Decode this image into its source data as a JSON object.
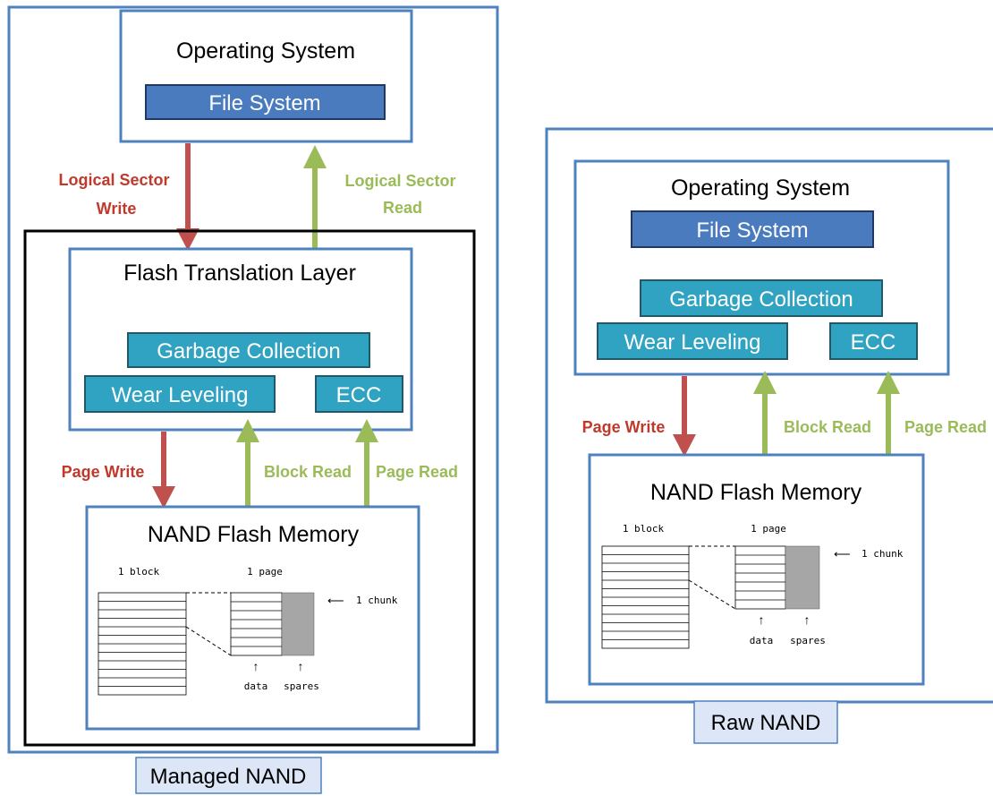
{
  "colors": {
    "frame": "#4f81bd",
    "tech_box": "#31a3c2",
    "tech_border": "#215968",
    "fs_box": "#4a7bbf",
    "fs_border": "#1f3864",
    "write_arrow": "#c0504d",
    "read_arrow": "#9bbb59",
    "write_text": "#c0392b",
    "read_text": "#9bbb59",
    "caption_fill": "#dce6f7",
    "spare_fill": "#a6a6a6"
  },
  "managed": {
    "os_title": "Operating System",
    "file_system": "File System",
    "logical_write": [
      "Logical Sector",
      "Write"
    ],
    "logical_read": [
      "Logical Sector",
      "Read"
    ],
    "ftl_title": "Flash Translation Layer",
    "garbage_collection": "Garbage Collection",
    "wear_leveling": "Wear Leveling",
    "ecc": "ECC",
    "page_write": "Page Write",
    "block_read": "Block Read",
    "page_read": "Page Read",
    "nand_title": "NAND Flash Memory",
    "block_label": "1 block",
    "page_label": "1 page",
    "chunk_label": "1 chunk",
    "data_label": "data",
    "spares_label": "spares",
    "caption": "Managed NAND"
  },
  "raw": {
    "os_title": "Operating System",
    "file_system": "File System",
    "garbage_collection": "Garbage Collection",
    "wear_leveling": "Wear Leveling",
    "ecc": "ECC",
    "page_write": "Page Write",
    "block_read": "Block Read",
    "page_read": "Page Read",
    "nand_title": "NAND Flash Memory",
    "block_label": "1 block",
    "page_label": "1 page",
    "chunk_label": "1 chunk",
    "data_label": "data",
    "spares_label": "spares",
    "caption": "Raw NAND"
  }
}
